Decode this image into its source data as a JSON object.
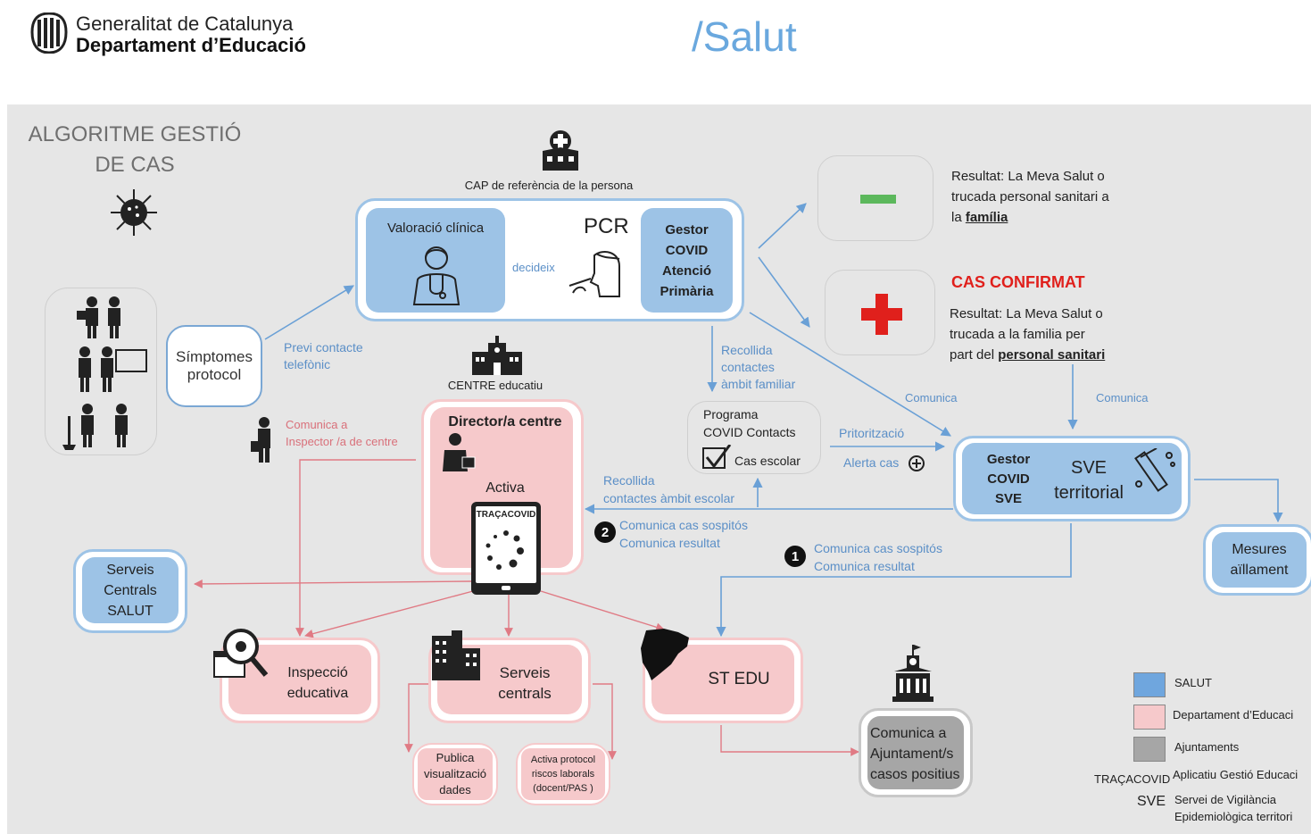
{
  "header": {
    "org_line1": "Generalitat de Catalunya",
    "org_line2": "Departament d’Educació",
    "salut": "/Salut"
  },
  "diagram": {
    "title_line1": "ALGORITME GESTIÓ",
    "title_line2": "DE CAS",
    "cap_label": "CAP de referència de la persona",
    "valoracio": "Valoració clínica",
    "pcr": "PCR",
    "decideix": "decideix",
    "gestor_covid_ap": [
      "Gestor",
      "COVID",
      "Atenció",
      "Primària"
    ],
    "simptomes": [
      "Símptomes",
      "protocol"
    ],
    "previ_contacte": [
      "Previ contacte",
      "telefònic"
    ],
    "negatiu_text": [
      "Resultat: La Meva Salut o",
      "trucada personal sanitari a",
      "la "
    ],
    "negatiu_bold": "família",
    "cas_confirmat": "CAS CONFIRMAT",
    "positiu_text": [
      "Resultat: La Meva Salut o",
      "trucada a la familia per",
      "part del "
    ],
    "positiu_bold": "personal sanitari",
    "recollida_familiar": [
      "Recollida",
      "contactes",
      "àmbit familiar"
    ],
    "comunica": "Comunica",
    "centre_educatiu": "CENTRE educatiu",
    "comunica_inspector": [
      "Comunica a",
      "Inspector /a  de centre"
    ],
    "director": "Director/a centre",
    "activa": "Activa",
    "tracacovid": "TRAÇACOVID",
    "programa": [
      "Programa",
      "COVID Contacts"
    ],
    "cas_escolar": "Cas escolar",
    "prioritzacio": "Pritorització",
    "alerta_cas": "Alerta cas",
    "recollida_escolar": [
      "Recollida",
      "contactes àmbit escolar"
    ],
    "comunica_2": [
      "Comunica cas sospitós",
      "Comunica resultat"
    ],
    "num_2": "2",
    "comunica_1": [
      "Comunica cas sospitós",
      "Comunica resultat"
    ],
    "num_1": "1",
    "gestor_sve": [
      "Gestor",
      "COVID",
      "SVE"
    ],
    "sve_territorial": [
      "SVE",
      "territorial"
    ],
    "mesures": [
      "Mesures",
      "aïllament"
    ],
    "serveis_salut": [
      "Serveis",
      "Centrals",
      "SALUT"
    ],
    "inspeccio": [
      "Inspecció",
      "educativa"
    ],
    "serveis_centrals": [
      "Serveis",
      "centrals"
    ],
    "st_edu": "ST EDU",
    "ajuntament": [
      "Comunica a",
      "Ajuntament/s",
      "casos positius"
    ],
    "publica": [
      "Publica",
      "visualització",
      "dades"
    ],
    "activa_protocol": [
      "Activa protocol",
      "riscos laborals",
      "(docent/PAS )"
    ]
  },
  "legend": {
    "salut": "SALUT",
    "educacio": "Departament  d’Educaci",
    "ajuntaments": "Ajuntaments",
    "traca_key": "TRAÇACOVID",
    "traca_val": "Aplicatiu Gestió Educaci",
    "sve_key": "SVE",
    "sve_val": [
      "Servei de Vigilància",
      "Epidemiològica territori"
    ]
  },
  "colors": {
    "salut_blue": "#9dc3e6",
    "educacio_pink": "#f6c9cb",
    "ajuntament_grey": "#a6a6a6",
    "arrow_blue": "#6aa0d6",
    "arrow_pink": "#e07a84",
    "confirm_red": "#e0201c",
    "negative_green": "#5cb85c"
  }
}
